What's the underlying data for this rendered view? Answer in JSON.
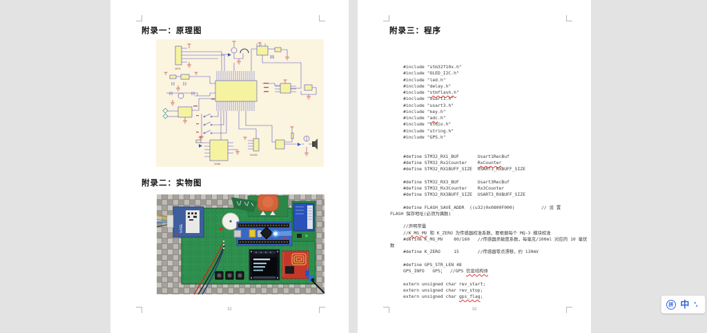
{
  "left_page": {
    "appendix1_title": "附录一：原理图",
    "appendix2_title": "附录二：实物图",
    "page_number": "32",
    "schematic_labels": {
      "gps": "GPS",
      "gsm": "GSM",
      "oled": "OLED"
    },
    "photo_labels": {
      "gps_module": "V.KEL"
    }
  },
  "right_page": {
    "title": "附录三：程序",
    "page_number": "33",
    "code": {
      "lines": [
        {
          "text": "#include \"stm32f10x.h\""
        },
        {
          "text": "#include \"OLED_I2C.h\""
        },
        {
          "text": "#include \"led.h\""
        },
        {
          "text": "#include \"delay.h\""
        },
        {
          "text": "#include \"stmflash.h\"",
          "marks": [
            "stmflash.h"
          ]
        },
        {
          "text": "#include \"usart1.h\""
        },
        {
          "text": "#include \"usart3.h\""
        },
        {
          "text": "#include \"key.h\""
        },
        {
          "text": "#include \"adc.h\"",
          "marks": [
            "adc"
          ]
        },
        {
          "text": "#include \"stdio.h\""
        },
        {
          "text": "#include \"string.h\""
        },
        {
          "text": "#include \"GPS.h\""
        },
        {
          "text": ""
        },
        {
          "text": ""
        },
        {
          "text": "#define STM32_RX1_BUF       Usart1RecBuf"
        },
        {
          "text": "#define STM32_Rx1Counter    RxCounter",
          "marks": [
            "RxCounter"
          ]
        },
        {
          "text": "#define STM32_RX1BUFF_SIZE  USART1_RXBUFF_SIZE"
        },
        {
          "text": ""
        },
        {
          "text": "#define STM32_RX3_BUF       Usart3RecBuf"
        },
        {
          "text": "#define STM32_Rx3Counter    Rx3Counter"
        },
        {
          "text": "#define STM32_RX3BUFF_SIZE  USART3_RXBUFF_SIZE"
        },
        {
          "text": ""
        },
        {
          "text": "#define FLASH_SAVE_ADDR  ((u32)0x0800F000)          // 设 置"
        },
        {
          "text": "FLASH 保存地址(必须为偶数)",
          "hang": true
        },
        {
          "text": ""
        },
        {
          "text": "//声明常量"
        },
        {
          "text": "//K_MG_MV 和 K_ZERO 为传感器校准系数，要根据每个 MQ-3 模块校准",
          "marks": [
            "K_MG_MV"
          ]
        },
        {
          "text": "#define K_MG_MV    80/160   //传感器灵敏度系数，每毫克/100ml 对应的 10 毫伏"
        },
        {
          "text": "数",
          "hang": true
        },
        {
          "text": "#define K_ZERO     15       //传感器零点漂移，约 130mV"
        },
        {
          "text": ""
        },
        {
          "text": "#define GPS_STR_LEN 48"
        },
        {
          "text": "GPS_INFO   GPS；  //GPS 信息结构体",
          "marks": [
            "信息结构体"
          ]
        },
        {
          "text": ""
        },
        {
          "text": "extern unsigned char rev_start;"
        },
        {
          "text": "extern unsigned char rev_stop;"
        },
        {
          "text": "extern unsigned char gps_flag;",
          "marks": [
            "gps_flag"
          ]
        }
      ]
    }
  },
  "ime": {
    "logo": "拼",
    "mode": "中",
    "punctuation": "°，"
  },
  "colors": {
    "desktop_gray": "#e3e3e3",
    "schematic_background": "#fbf4df",
    "schematic_wire_blue": "#4a4ac0",
    "schematic_component_yellow": "#f5f3a0",
    "pcb_green": "#2f9150",
    "ime_blue": "#2f62d9",
    "squiggle_red": "#e03030"
  }
}
